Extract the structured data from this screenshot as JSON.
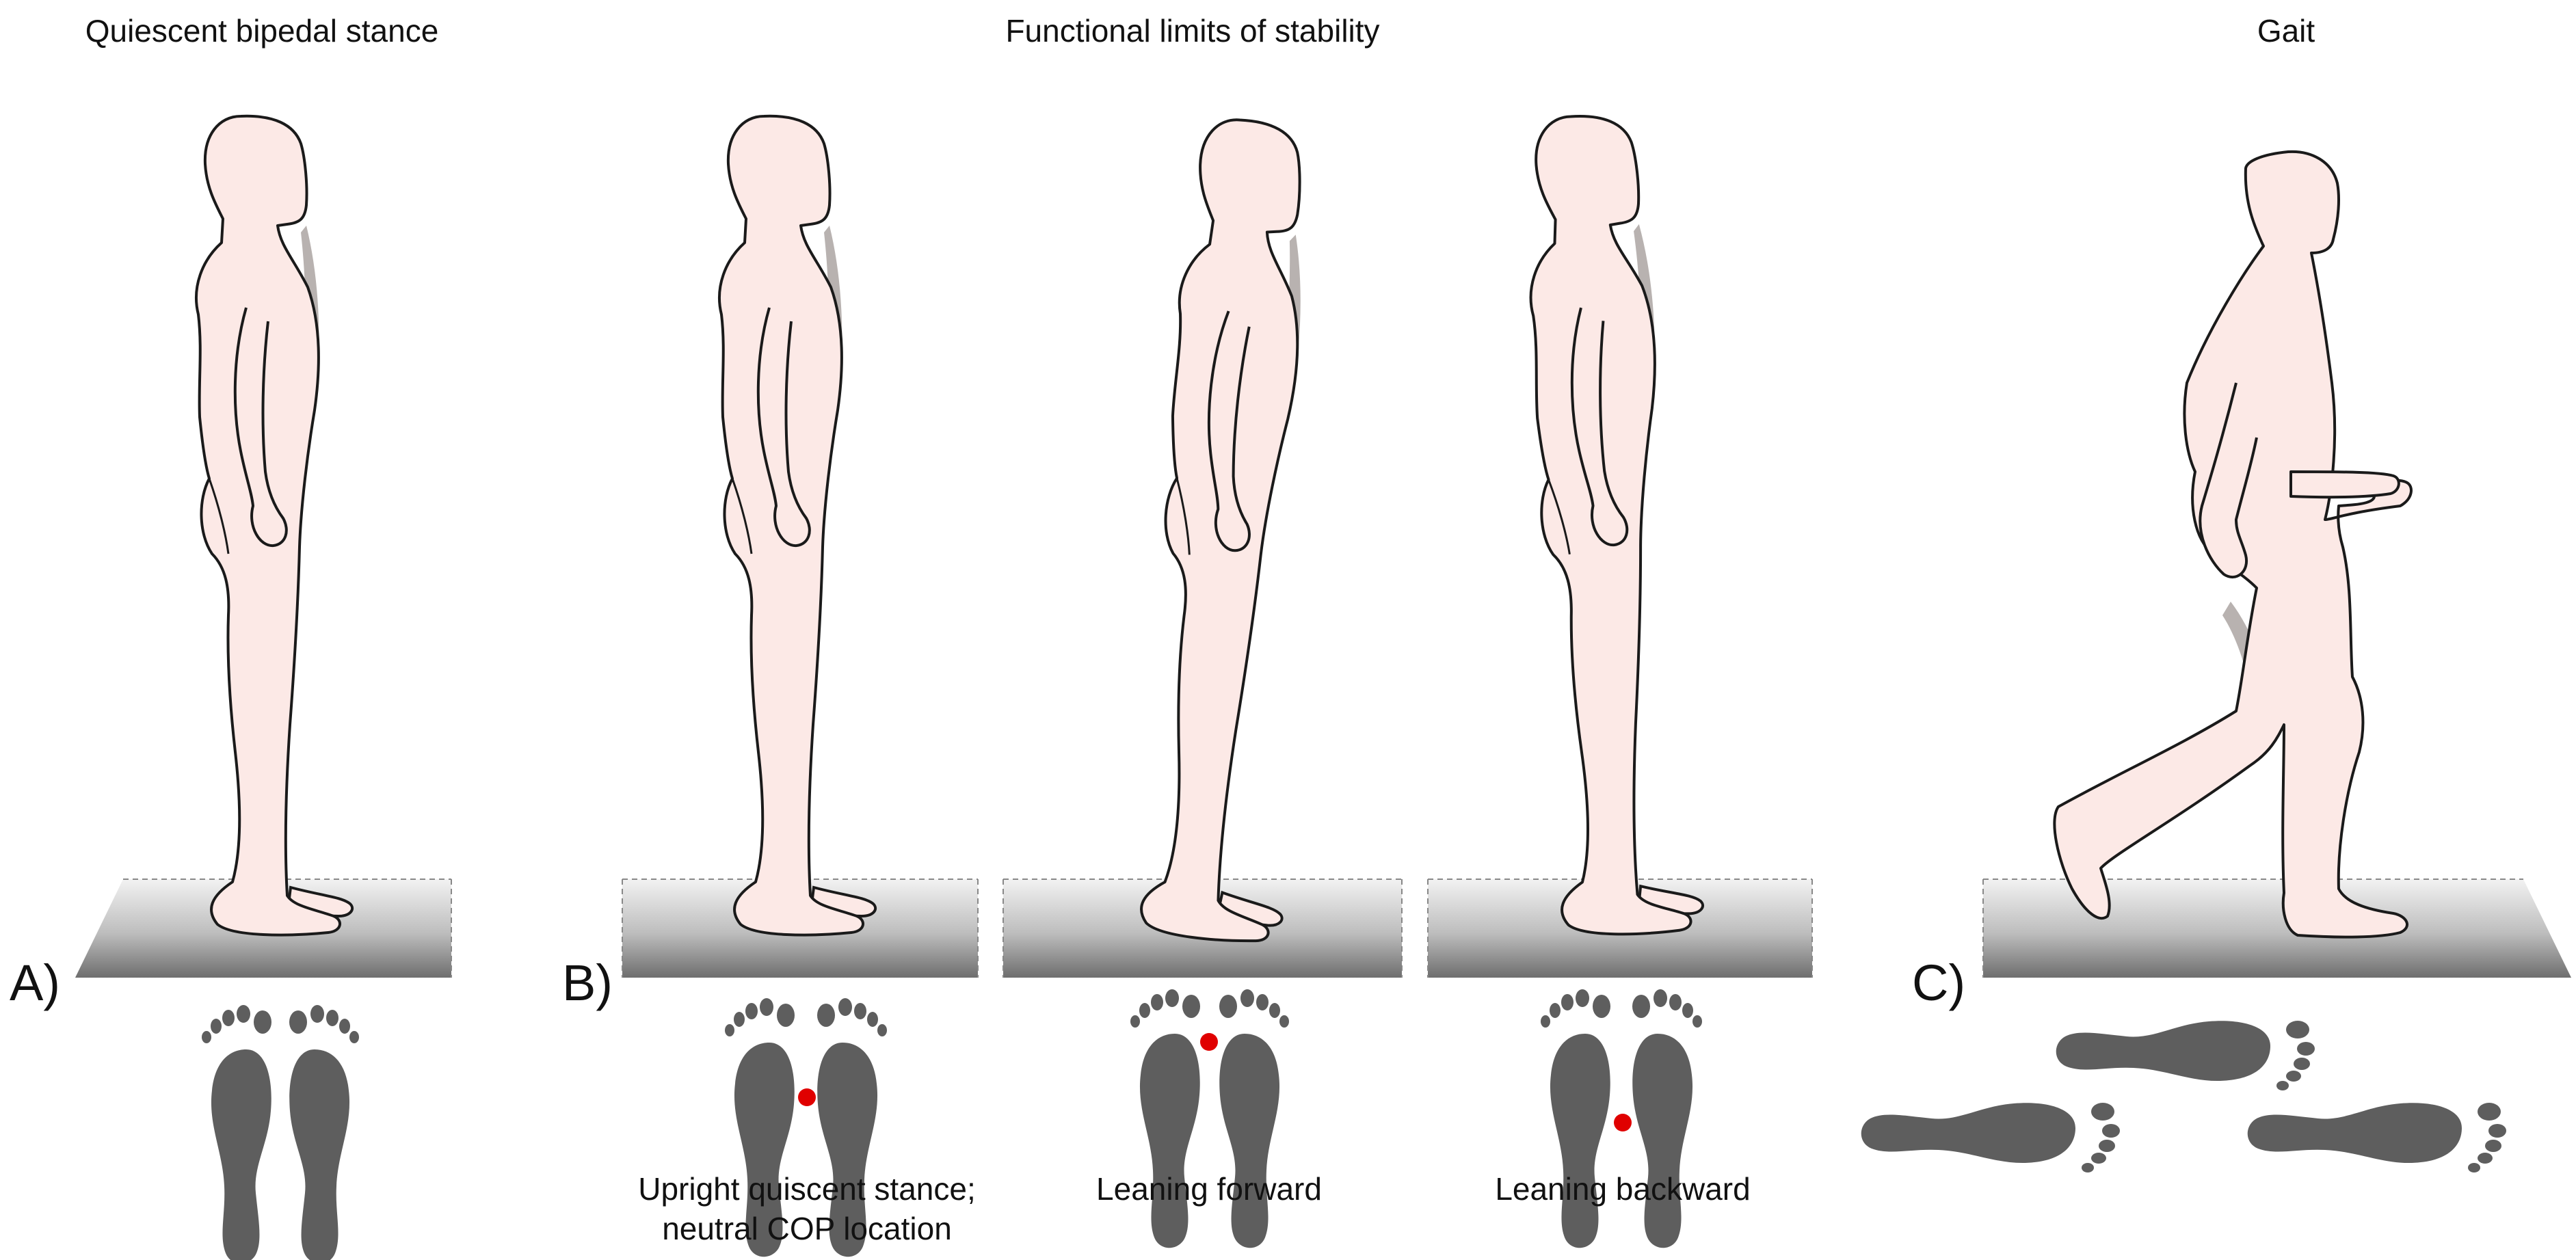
{
  "titles": {
    "quiescent": "Quiescent bipedal stance",
    "functional": "Functional limits of stability",
    "gait": "Gait"
  },
  "panels": {
    "a": "A)",
    "b": "B)",
    "c": "C)"
  },
  "captions": {
    "upright_line1": "Upright quiscent stance;",
    "upright_line2": "neutral COP location",
    "forward": "Leaning forward",
    "backward": "Leaning backward"
  },
  "colors": {
    "skin": "#fce9e6",
    "outline": "#1a1a1a",
    "shadow": "#b8b2b0",
    "footprint": "#5e5e5e",
    "cop_marker": "#e00000"
  }
}
